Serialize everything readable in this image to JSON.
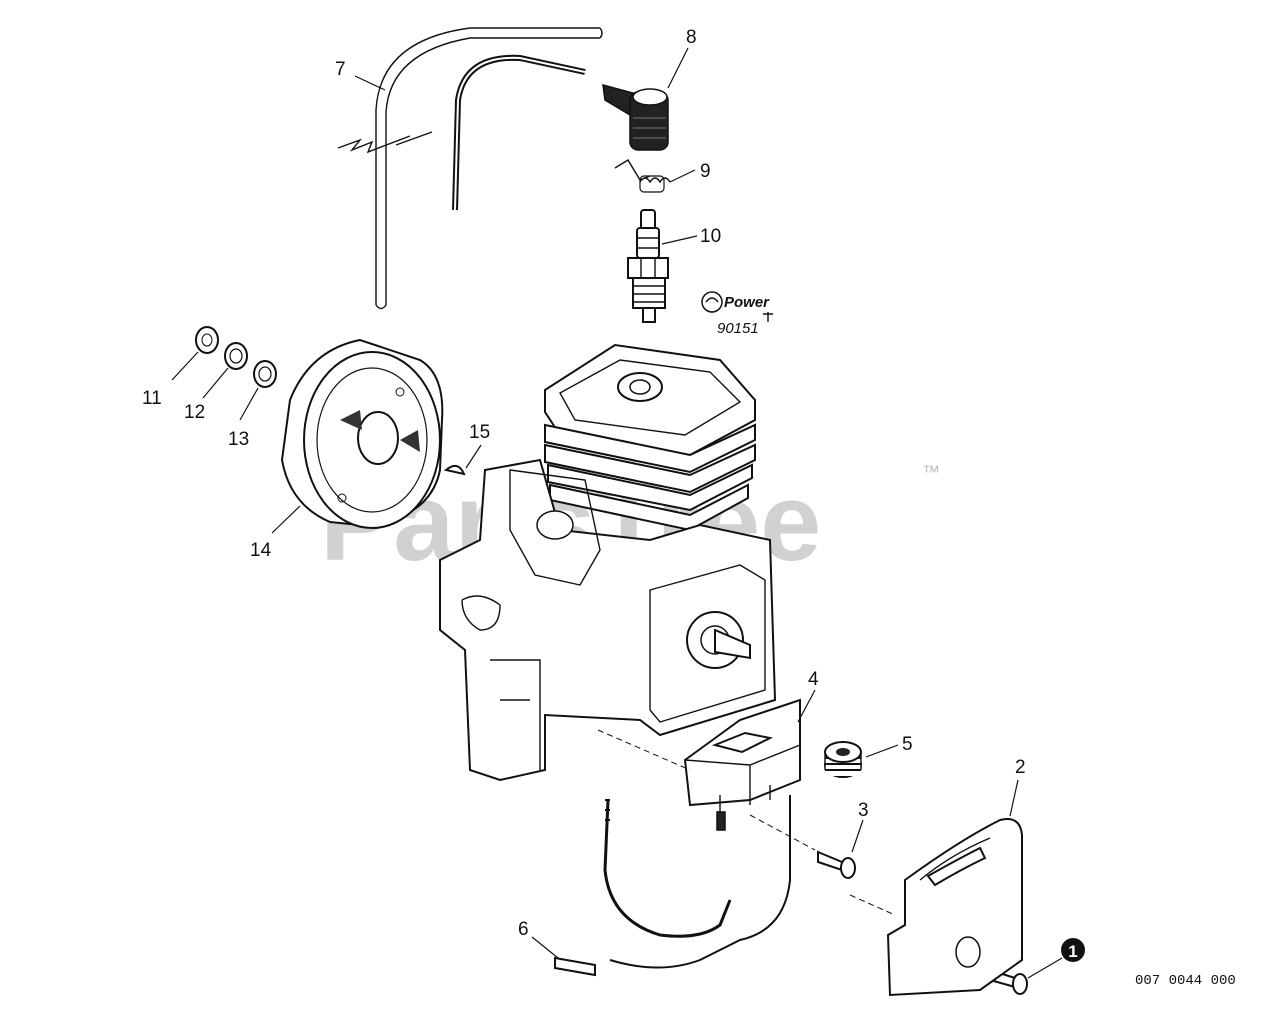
{
  "watermark": {
    "text": "PartsTree",
    "trademark": "™"
  },
  "diagram_code": "007 0044 000",
  "brand_logo": {
    "name": "Power",
    "part_number": "90151"
  },
  "callout_symbol": "1",
  "parts": [
    {
      "number": "1"
    },
    {
      "number": "2"
    },
    {
      "number": "3"
    },
    {
      "number": "4"
    },
    {
      "number": "5"
    },
    {
      "number": "6"
    },
    {
      "number": "7"
    },
    {
      "number": "8"
    },
    {
      "number": "9"
    },
    {
      "number": "10"
    },
    {
      "number": "11"
    },
    {
      "number": "12"
    },
    {
      "number": "13"
    },
    {
      "number": "14"
    },
    {
      "number": "15"
    }
  ]
}
